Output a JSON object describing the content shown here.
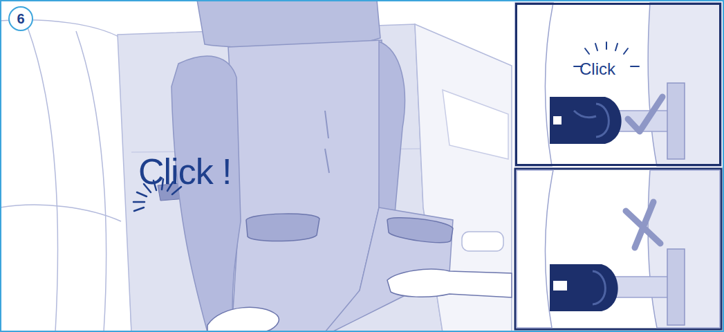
{
  "diagram": {
    "nodes": [
      {
        "text": [
          "6"
        ]
      },
      {
        "text": [
          "Click"
        ]
      }
    ],
    "labels": [
      "Click !"
    ]
  }
}
